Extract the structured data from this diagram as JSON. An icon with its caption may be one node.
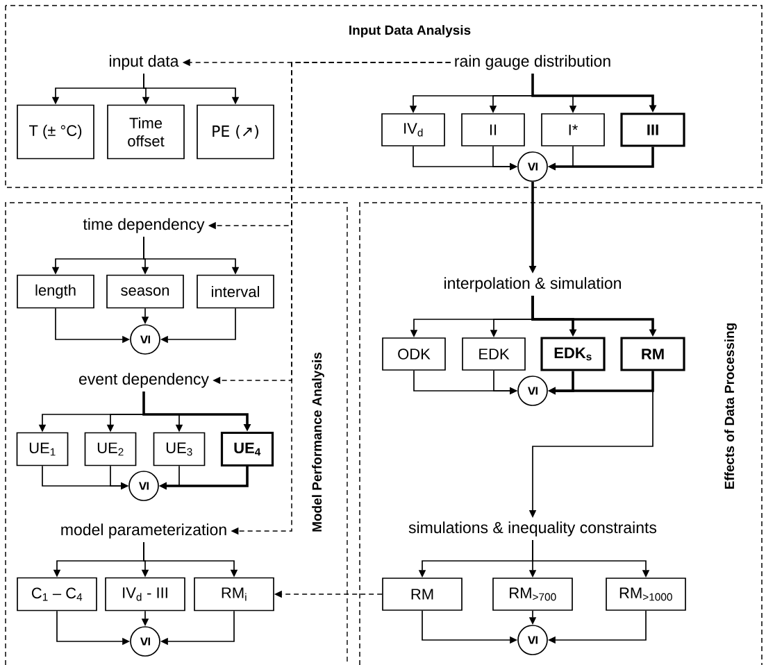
{
  "diagram": {
    "nodes": [
      {
        "text": [
          "Input Data Analysis"
        ]
      },
      {
        "text": [
          "input data"
        ],
        "in": 0
      },
      {
        "text": [
          "T (± °C)"
        ],
        "in": 0
      },
      {
        "text": [
          "Time offset"
        ],
        "in": 0
      },
      {
        "text": [
          "PE (↗)"
        ],
        "in": 0
      },
      {
        "text": [
          "rain gauge distribution"
        ],
        "in": 0
      },
      {
        "text": [
          "IV$_{d}$"
        ],
        "in": 0
      },
      {
        "text": [
          "II"
        ],
        "in": 0
      },
      {
        "text": [
          "I*"
        ],
        "in": 0
      },
      {
        "text": [
          "III"
        ],
        "in": 0
      },
      {
        "text": [
          "≤"
        ],
        "in": 0
      },
      {
        "text": [
          "Model Performance Analysis"
        ]
      },
      {
        "text": [
          "time dependency"
        ],
        "in": 11
      },
      {
        "text": [
          "length"
        ],
        "in": 11
      },
      {
        "text": [
          "season"
        ],
        "in": 11
      },
      {
        "text": [
          "interval"
        ],
        "in": 11
      },
      {
        "text": [
          "≤"
        ],
        "in": 11
      },
      {
        "text": [
          "event dependency"
        ],
        "in": 11
      },
      {
        "text": [
          "UE$_{1}$"
        ],
        "in": 11
      },
      {
        "text": [
          "UE$_{2}$"
        ],
        "in": 11
      },
      {
        "text": [
          "UE$_{3}$"
        ],
        "in": 11
      },
      {
        "text": [
          "UE$_{4}$"
        ],
        "in": 11
      },
      {
        "text": [
          "≤"
        ],
        "in": 11
      },
      {
        "text": [
          "model parameterization"
        ],
        "in": 11
      },
      {
        "text": [
          "C$_{1}$ – C$_{4}$"
        ],
        "in": 11
      },
      {
        "text": [
          "IV$_{d}$ - III"
        ],
        "in": 11
      },
      {
        "text": [
          "RM$_{i}$"
        ],
        "in": 11
      },
      {
        "text": [
          "≤"
        ],
        "in": 11
      },
      {
        "text": [
          "Effects of Data Processing"
        ]
      },
      {
        "text": [
          "interpolation & simulation"
        ],
        "in": 28
      },
      {
        "text": [
          "ODK"
        ],
        "in": 28
      },
      {
        "text": [
          "EDK"
        ],
        "in": 28
      },
      {
        "text": [
          "EDK$_{s}$"
        ],
        "in": 28
      },
      {
        "text": [
          "RM"
        ],
        "in": 28
      },
      {
        "text": [
          "≤"
        ],
        "in": 28
      },
      {
        "text": [
          "simulations & inequality constraints"
        ],
        "in": 28
      },
      {
        "text": [
          "RM"
        ],
        "in": 28
      },
      {
        "text": [
          "RM$_{>700}$"
        ],
        "in": 28
      },
      {
        "text": [
          "RM$_{>1000}$"
        ],
        "in": 28
      },
      {
        "text": [
          "≤"
        ],
        "in": 28
      }
    ],
    "edges": [
      {
        "from": 1,
        "to": 2,
        "arrow": "to"
      },
      {
        "from": 1,
        "to": 3,
        "arrow": "to"
      },
      {
        "from": 1,
        "to": 4,
        "arrow": "to"
      },
      {
        "from": 5,
        "to": 1,
        "arrow": "to",
        "style": "dashed"
      },
      {
        "from": 5,
        "to": 6,
        "arrow": "to"
      },
      {
        "from": 5,
        "to": 7,
        "arrow": "to"
      },
      {
        "from": 5,
        "to": 8,
        "arrow": "to"
      },
      {
        "from": 5,
        "to": 9,
        "arrow": "to",
        "style": "thick"
      },
      {
        "from": 6,
        "to": 10,
        "arrow": "to"
      },
      {
        "from": 7,
        "to": 10,
        "arrow": "to"
      },
      {
        "from": 8,
        "to": 10,
        "arrow": "to"
      },
      {
        "from": 9,
        "to": 10,
        "arrow": "to",
        "style": "thick"
      },
      {
        "from": 5,
        "to": 12,
        "arrow": "to",
        "style": "dashed"
      },
      {
        "from": 5,
        "to": 17,
        "arrow": "to",
        "style": "dashed"
      },
      {
        "from": 5,
        "to": 23,
        "arrow": "to",
        "style": "dashed"
      },
      {
        "from": 10,
        "to": 29,
        "arrow": "to",
        "style": "thick"
      },
      {
        "from": 12,
        "to": 13,
        "arrow": "to"
      },
      {
        "from": 12,
        "to": 14,
        "arrow": "to"
      },
      {
        "from": 12,
        "to": 15,
        "arrow": "to"
      },
      {
        "from": 13,
        "to": 16,
        "arrow": "to"
      },
      {
        "from": 14,
        "to": 16,
        "arrow": "to"
      },
      {
        "from": 15,
        "to": 16,
        "arrow": "to"
      },
      {
        "from": 17,
        "to": 18,
        "arrow": "to"
      },
      {
        "from": 17,
        "to": 19,
        "arrow": "to"
      },
      {
        "from": 17,
        "to": 20,
        "arrow": "to"
      },
      {
        "from": 17,
        "to": 21,
        "arrow": "to",
        "style": "thick"
      },
      {
        "from": 18,
        "to": 22,
        "arrow": "to"
      },
      {
        "from": 19,
        "to": 22,
        "arrow": "to"
      },
      {
        "from": 20,
        "to": 22,
        "arrow": "to"
      },
      {
        "from": 21,
        "to": 22,
        "arrow": "to",
        "style": "thick"
      },
      {
        "from": 23,
        "to": 24,
        "arrow": "to"
      },
      {
        "from": 23,
        "to": 25,
        "arrow": "to"
      },
      {
        "from": 23,
        "to": 26,
        "arrow": "to"
      },
      {
        "from": 24,
        "to": 27,
        "arrow": "to"
      },
      {
        "from": 25,
        "to": 27,
        "arrow": "to"
      },
      {
        "from": 26,
        "to": 27,
        "arrow": "to"
      },
      {
        "from": 29,
        "to": 30,
        "arrow": "to"
      },
      {
        "from": 29,
        "to": 31,
        "arrow": "to"
      },
      {
        "from": 29,
        "to": 32,
        "arrow": "to",
        "style": "thick"
      },
      {
        "from": 29,
        "to": 33,
        "arrow": "to",
        "style": "thick"
      },
      {
        "from": 30,
        "to": 34,
        "arrow": "to"
      },
      {
        "from": 31,
        "to": 34,
        "arrow": "to"
      },
      {
        "from": 32,
        "to": 34,
        "arrow": "to",
        "style": "thick"
      },
      {
        "from": 33,
        "to": 34,
        "arrow": "to",
        "style": "thick"
      },
      {
        "from": 33,
        "to": 35,
        "arrow": "to"
      },
      {
        "from": 35,
        "to": 36,
        "arrow": "to"
      },
      {
        "from": 35,
        "to": 37,
        "arrow": "to"
      },
      {
        "from": 35,
        "to": 38,
        "arrow": "to"
      },
      {
        "from": 36,
        "to": 39,
        "arrow": "to"
      },
      {
        "from": 37,
        "to": 39,
        "arrow": "to"
      },
      {
        "from": 38,
        "to": 39,
        "arrow": "to"
      },
      {
        "from": 36,
        "to": 26,
        "arrow": "to",
        "style": "dashed"
      }
    ]
  }
}
